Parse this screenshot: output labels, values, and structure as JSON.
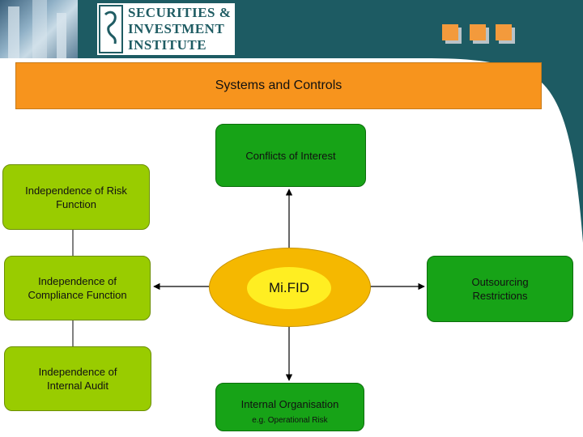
{
  "logo": {
    "line1": "SECURITIES &",
    "line2": "INVESTMENT",
    "line3": "INSTITUTE"
  },
  "title": "Systems and Controls",
  "diagram": {
    "center": "Mi.FID",
    "conflicts": "Conflicts of Interest",
    "outsourcing_line1": "Outsourcing",
    "outsourcing_line2": "Restrictions",
    "internal_org": "Internal Organisation",
    "internal_org_sub": "e.g. Operational Risk",
    "risk_line1": "Independence of Risk",
    "risk_line2": "Function",
    "compliance_line1": "Independence of",
    "compliance_line2": "Compliance Function",
    "audit_line1": "Independence of",
    "audit_line2": "Internal Audit"
  },
  "colors": {
    "teal": "#1d5b63",
    "orange": "#f7941d",
    "lime": "#99cc00",
    "green": "#17a317",
    "ellipse_outer": "#f5b800",
    "ellipse_inner": "#ffee22"
  }
}
